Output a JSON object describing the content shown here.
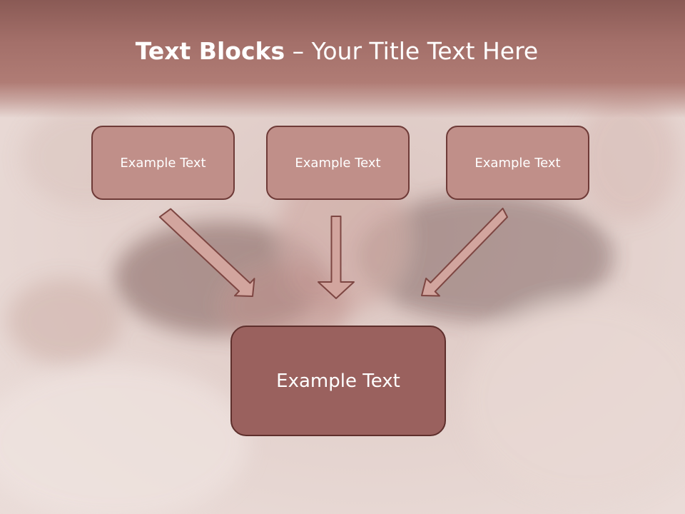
{
  "slide": {
    "title_bold": "Text Blocks",
    "title_dash": " – ",
    "title_rest": "Your Title Text Here"
  },
  "boxes": [
    {
      "label": "Example Text"
    },
    {
      "label": "Example Text"
    },
    {
      "label": "Example Text"
    }
  ],
  "center_box": {
    "label": "Example Text"
  },
  "colors": {
    "header_band": "#a36f69",
    "small_box_fill": "#c08f89",
    "big_box_fill": "#9a615e",
    "box_border": "#6e3a37",
    "arrow_fill": "#d2a59e"
  }
}
